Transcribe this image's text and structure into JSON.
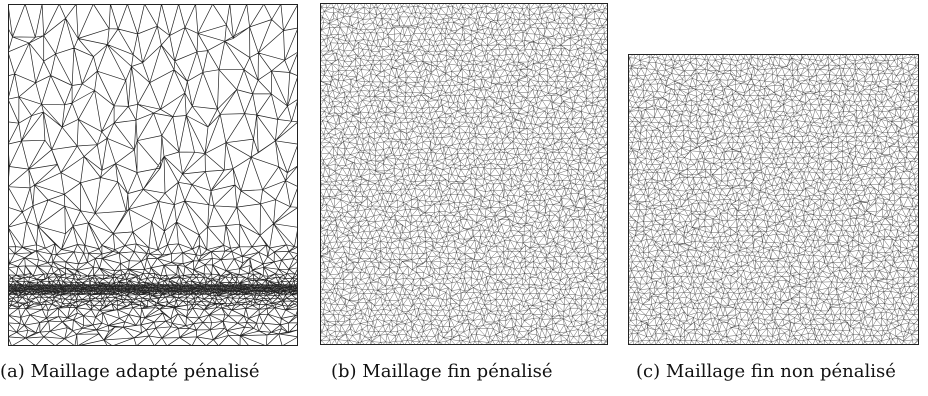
{
  "figure": {
    "panels": [
      {
        "id": "a",
        "caption": "(a) Maillage adapté pénalisé",
        "mesh": "adapted-penalized",
        "refinement_band": "bottom",
        "density": "coarse"
      },
      {
        "id": "b",
        "caption": "(b) Maillage fin pénalisé",
        "mesh": "fine-penalized",
        "density": "fine"
      },
      {
        "id": "c",
        "caption": "(c) Maillage fin non pénalisé",
        "mesh": "fine-unpenalized",
        "density": "fine"
      }
    ]
  },
  "colors": {
    "mesh_line": "#222222",
    "background": "#ffffff"
  }
}
